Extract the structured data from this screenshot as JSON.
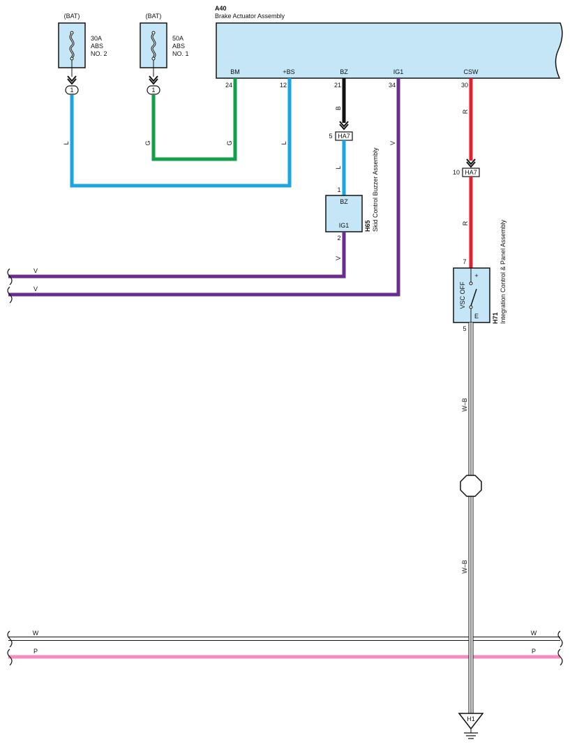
{
  "colors": {
    "blue": "#1aa6e0",
    "green": "#12a04a",
    "black": "#111111",
    "purple": "#6a2c8f",
    "red": "#e3202f",
    "pink": "#f48cbf",
    "white_wire": "#ffffff",
    "component_fill": "#c4e6f6"
  },
  "fuses": [
    {
      "source": "(BAT)",
      "lines": [
        "30A",
        "ABS",
        "NO. 2"
      ],
      "connector_pin": "1"
    },
    {
      "source": "(BAT)",
      "lines": [
        "50A",
        "ABS",
        "NO. 1"
      ],
      "connector_pin": "1"
    }
  ],
  "brake_actuator": {
    "code": "A40",
    "name": "Brake Actuator Assembly",
    "terminals": [
      {
        "label": "BM",
        "pin": "24"
      },
      {
        "label": "+BS",
        "pin": "12"
      },
      {
        "label": "BZ",
        "pin": "21"
      },
      {
        "label": "IG1",
        "pin": "34"
      },
      {
        "label": "CSW",
        "pin": "30"
      }
    ]
  },
  "buzzer": {
    "code": "H65",
    "name": "Skid Control Buzzer Assembly",
    "terminal_top": "BZ",
    "terminal_bottom": "IG1",
    "pin_top": "1",
    "pin_bottom": "2"
  },
  "panel": {
    "code": "H71",
    "name": "Integration Control & Panel Assembly",
    "switch_label": "VSC OFF",
    "plus_label": "+",
    "terminal_bottom": "E",
    "pin_top": "7",
    "pin_bottom": "5"
  },
  "connectors": {
    "ha7_upper": {
      "label": "HA7",
      "pin": "5"
    },
    "ha7_lower": {
      "label": "HA7",
      "pin": "10"
    }
  },
  "wire_labels": {
    "fuse2_wire": "L",
    "fuse1_wire": "G",
    "bm_wire": "G",
    "bs_wire": "L",
    "bz_wire": "B",
    "buzzer_in": "L",
    "ig1_wire": "V",
    "csw_wire_upper": "R",
    "csw_wire_lower": "R",
    "buzzer_out": "V",
    "bus_v1": "V",
    "bus_v2": "V",
    "ground_wire_upper": "W–B",
    "ground_wire_lower": "W–B",
    "bus_w_left": "W",
    "bus_w_right": "W",
    "bus_p_left": "P",
    "bus_p_right": "P"
  },
  "ground": {
    "label": "H1"
  }
}
